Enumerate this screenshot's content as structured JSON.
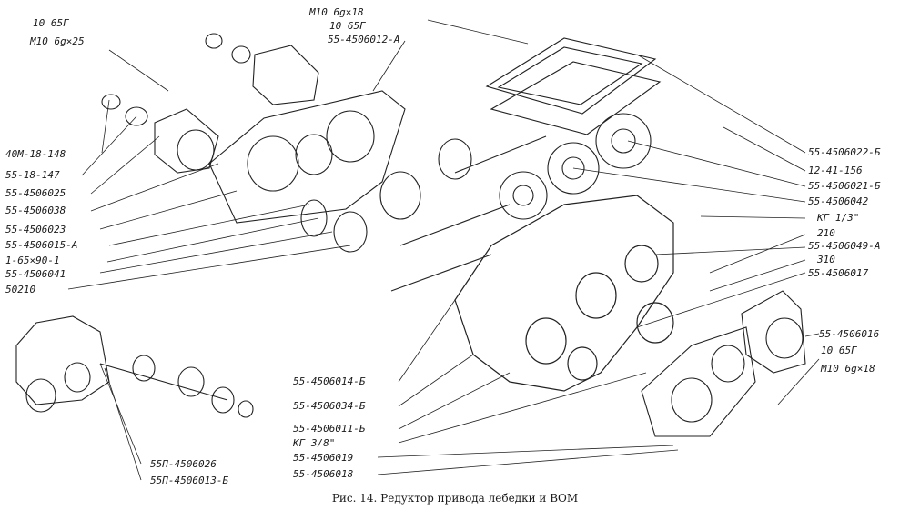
{
  "caption": "Рис. 14. Редуктор привода лебедки и ВОМ",
  "labels": {
    "tl1": "10 65Г",
    "tl2": "М10 6g×25",
    "tc1": "М10 6g×18",
    "tc2": "10 65Г",
    "tc3": "55-4506012-А",
    "l1": "40М-18-148",
    "l2": "55-18-147",
    "l3": "55-4506025",
    "l4": "55-4506038",
    "l5": "55-4506023",
    "l6": "55-4506015-А",
    "l7": "1-65×90-1",
    "l8": "55-4506041",
    "l9": "50210",
    "r1": "55-4506022-Б",
    "r2": "12-41-156",
    "r3": "55-4506021-Б",
    "r4": "55-4506042",
    "r5": "КГ 1/3\"",
    "r6": "210",
    "r7": "55-4506049-А",
    "r8": "310",
    "r9": "55-4506017",
    "r10": "55-4506016",
    "r11": "10 65Г",
    "r12": "М10 6g×18",
    "b1": "55-4506014-Б",
    "b2": "55-4506034-Б",
    "b3": "55-4506011-Б",
    "b4": "КГ 3/8\"",
    "b5": "55-4506019",
    "b6": "55-4506018",
    "bl1": "55П-4506026",
    "bl2": "55П-4506013-Б"
  }
}
